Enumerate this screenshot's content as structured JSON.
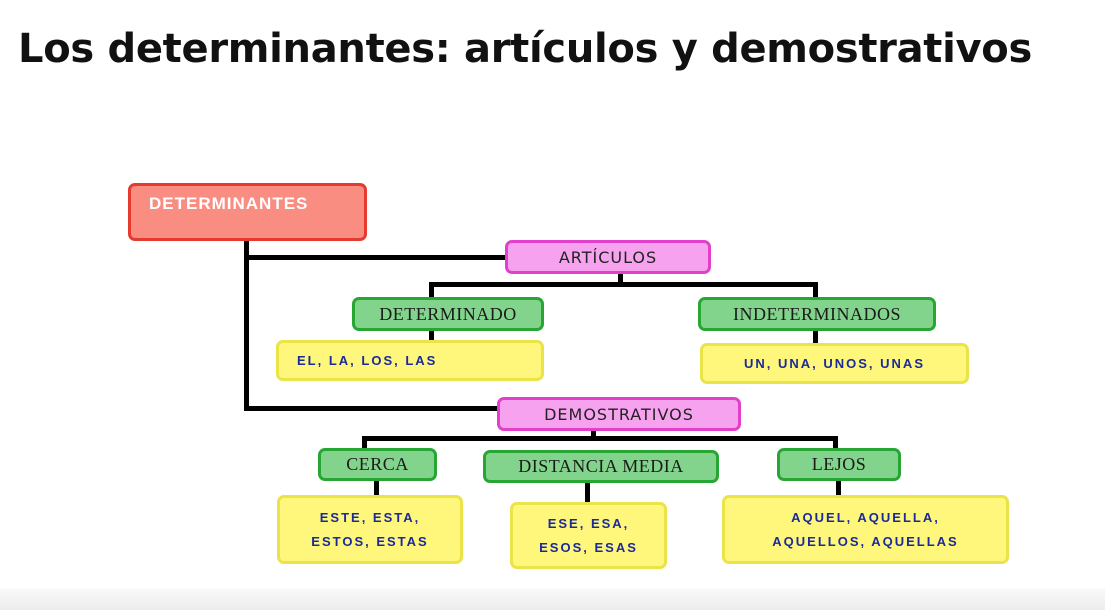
{
  "title": "Los determinantes: artículos y demostrativos",
  "diagram": {
    "root": "DETERMINANTES",
    "articulos": {
      "label": "ARTÍCULOS",
      "determinado": {
        "label": "DETERMINADO",
        "examples": "EL, LA, LOS, LAS"
      },
      "indeterminados": {
        "label": "INDETERMINADOS",
        "examples": "UN, UNA, UNOS, UNAS"
      }
    },
    "demostrativos": {
      "label": "DEMOSTRATIVOS",
      "cerca": {
        "label": "CERCA",
        "line1": "ESTE, ESTA,",
        "line2": "ESTOS, ESTAS"
      },
      "distancia_media": {
        "label": "DISTANCIA MEDIA",
        "line1": "ESE, ESA,",
        "line2": "ESOS, ESAS"
      },
      "lejos": {
        "label": "LEJOS",
        "line1": "AQUEL, AQUELLA,",
        "line2": "AQUELLOS, AQUELLAS"
      }
    }
  }
}
